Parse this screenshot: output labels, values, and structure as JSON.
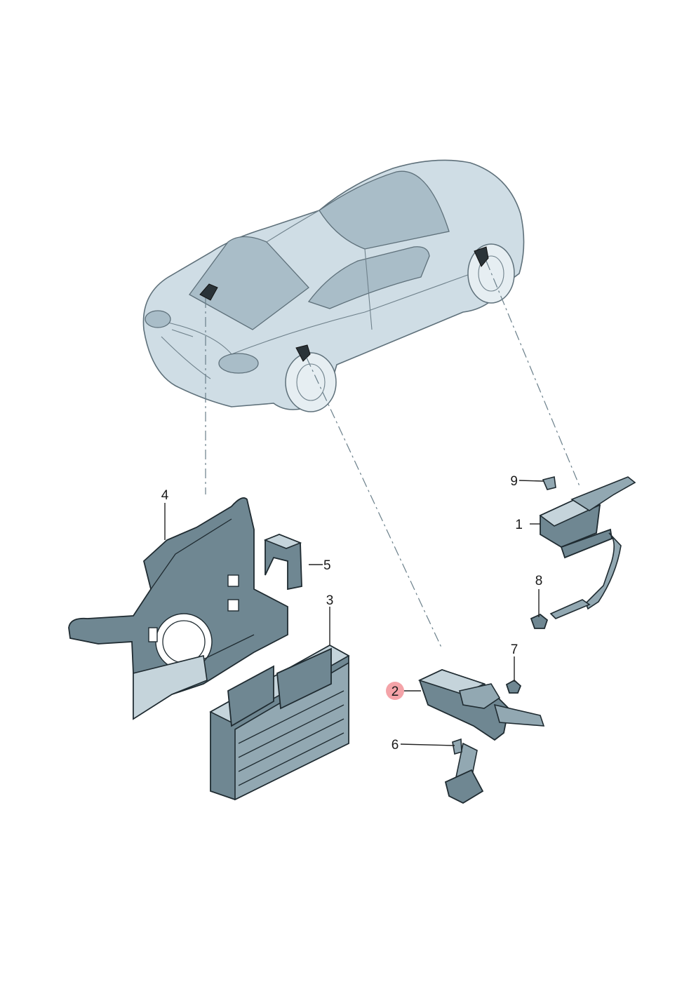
{
  "callouts": {
    "c1": "1",
    "c2": "2",
    "c3": "3",
    "c4": "4",
    "c5": "5",
    "c6": "6",
    "c7": "7",
    "c8": "8",
    "c9": "9"
  },
  "colors": {
    "highlight": "#f4a3a8",
    "part_fill": "#6f8792",
    "car_fill": "#cfdde5"
  }
}
